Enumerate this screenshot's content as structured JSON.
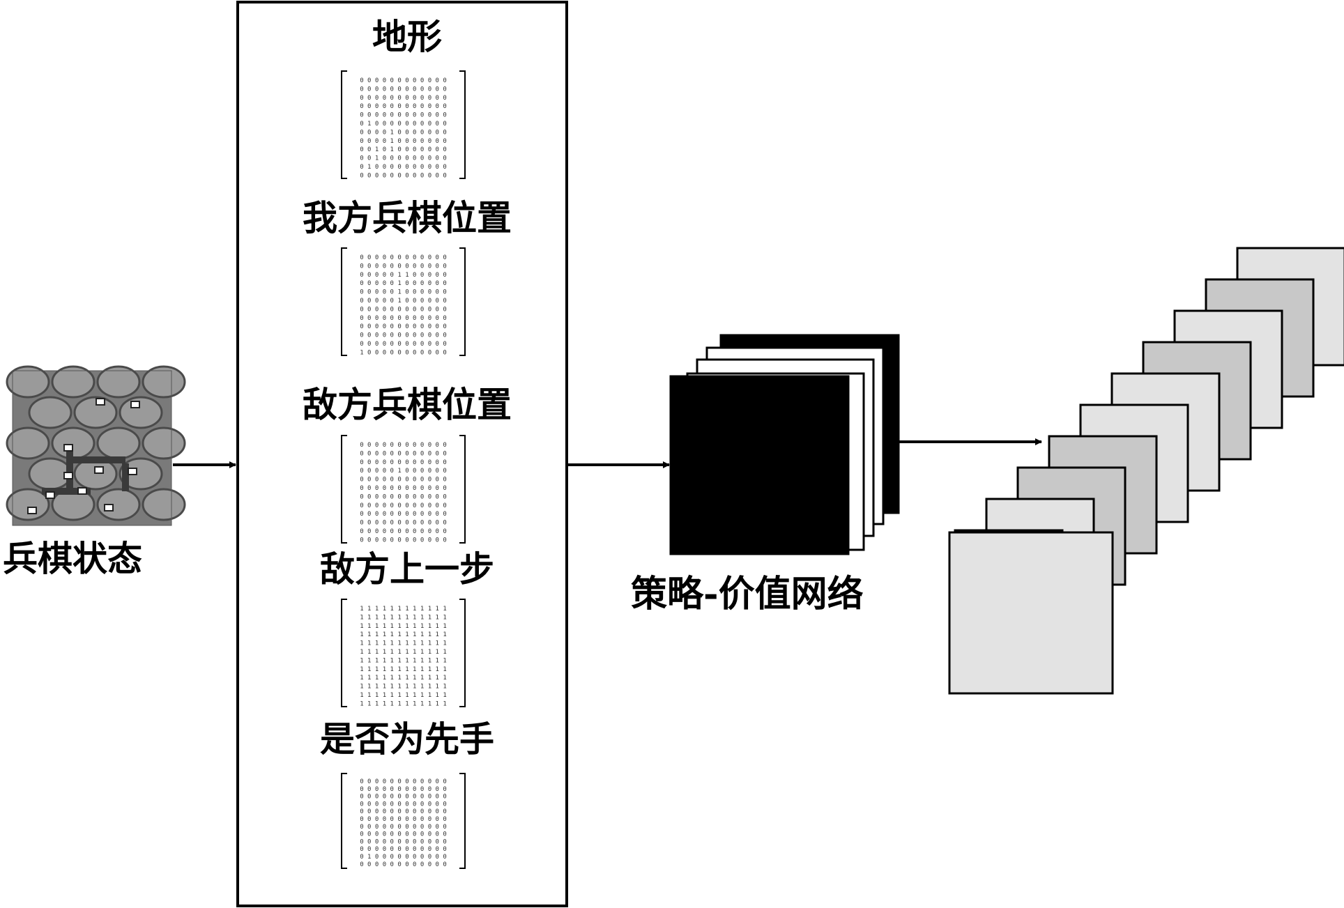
{
  "diagram": {
    "input_label": "兵棋状态",
    "network_label": "策略-价值网络",
    "panel": {
      "sections": [
        {
          "title": "地形",
          "matrix": [
            "0 0 0 0 0 0 0 0 0 0 0 0",
            "0 0 0 0 0 0 0 0 0 0 0 0",
            "0 0 0 0 0 0 0 0 0 0 0 0",
            "0 0 0 0 0 0 0 0 0 0 0 0",
            "0 0 0 0 0 0 0 0 0 0 0 0",
            "0 1 0 0 0 0 0 0 0 0 0 0",
            "0 0 0 0 1 0 0 0 0 0 0 0",
            "0 0 0 0 1 0 0 0 0 0 0 0",
            "0 0 1 0 1 0 0 0 0 0 0 0",
            "0 0 1 0 0 0 0 0 0 0 0 0",
            "0 1 0 0 0 0 0 0 0 0 0 0",
            "0 0 0 0 0 0 0 0 0 0 0 0"
          ]
        },
        {
          "title": "我方兵棋位置",
          "matrix": [
            "0 0 0 0 0 0 0 0 0 0 0 0",
            "0 0 0 0 0 0 0 0 0 0 0 0",
            "0 0 0 0 0 1 1 0 0 0 0 0",
            "0 0 0 0 0 1 0 0 0 0 0 0",
            "0 0 0 0 0 1 0 0 0 0 0 0",
            "0 0 0 0 0 1 0 0 0 0 0 0",
            "0 0 0 0 0 0 0 0 0 0 0 0",
            "0 0 0 0 0 0 0 0 0 0 0 0",
            "0 0 0 0 0 0 0 0 0 0 0 0",
            "0 0 0 0 0 0 0 0 0 0 0 0",
            "0 0 0 0 0 0 0 0 0 0 0 0",
            "1 0 0 0 0 0 0 0 0 0 0 0"
          ]
        },
        {
          "title": "敌方兵棋位置",
          "matrix": [
            "0 0 0 0 0 0 0 0 0 0 0 0",
            "0 0 0 0 0 0 0 0 0 0 0 0",
            "0 0 0 0 0 0 0 0 0 0 0 0",
            "0 0 0 0 0 1 0 0 0 0 0 0",
            "0 0 0 0 0 0 0 0 0 0 0 0",
            "0 0 0 0 0 0 0 0 0 0 0 0",
            "0 0 0 0 0 0 0 0 0 0 0 0",
            "0 0 0 0 0 0 0 0 0 0 0 0",
            "0 0 0 0 0 0 0 0 0 0 0 0",
            "0 0 0 0 0 0 0 0 0 0 0 0",
            "0 0 0 0 0 0 0 0 0 0 0 0",
            "0 0 0 0 0 0 0 0 0 0 0 0"
          ]
        },
        {
          "title": "敌方上一步",
          "matrix": [
            "1 1 1 1 1 1 1 1 1 1 1 1",
            "1 1 1 1 1 1 1 1 1 1 1 1",
            "1 1 1 1 1 1 1 1 1 1 1 1",
            "1 1 1 1 1 1 1 1 1 1 1 1",
            "1 1 1 1 1 1 1 1 1 1 1 1",
            "1 1 1 1 1 1 1 1 1 1 1 1",
            "1 1 1 1 1 1 1 1 1 1 1 1",
            "1 1 1 1 1 1 1 1 1 1 1 1",
            "1 1 1 1 1 1 1 1 1 1 1 1",
            "1 1 1 1 1 1 1 1 1 1 1 1",
            "1 1 1 1 1 1 1 1 1 1 1 1",
            "1 1 1 1 1 1 1 1 1 1 1 1"
          ]
        },
        {
          "title": "是否为先手",
          "matrix": [
            "0 0 0 0 0 0 0 0 0 0 0 0",
            "0 0 0 0 0 0 0 0 0 0 0 0",
            "0 0 0 0 0 0 0 0 0 0 0 0",
            "0 0 0 0 0 0 0 0 0 0 0 0",
            "0 0 0 0 0 0 0 0 0 0 0 0",
            "0 0 0 0 0 0 0 0 0 0 0 0",
            "0 0 0 0 0 0 0 0 0 0 0 0",
            "0 0 0 0 0 0 0 0 0 0 0 0",
            "0 0 0 0 0 0 0 0 0 0 0 0",
            "0 0 0 0 0 0 0 0 0 0 0 0",
            "0 1 0 0 0 0 0 0 0 0 0 0",
            "0 0 0 0 0 0 0 0 0 0 0 0"
          ]
        }
      ]
    },
    "colors": {
      "stroke": "#000000",
      "network_fill": "#000000",
      "output_fill_light": "#e3e3e3",
      "output_fill_dark": "#c8c8c8"
    }
  }
}
